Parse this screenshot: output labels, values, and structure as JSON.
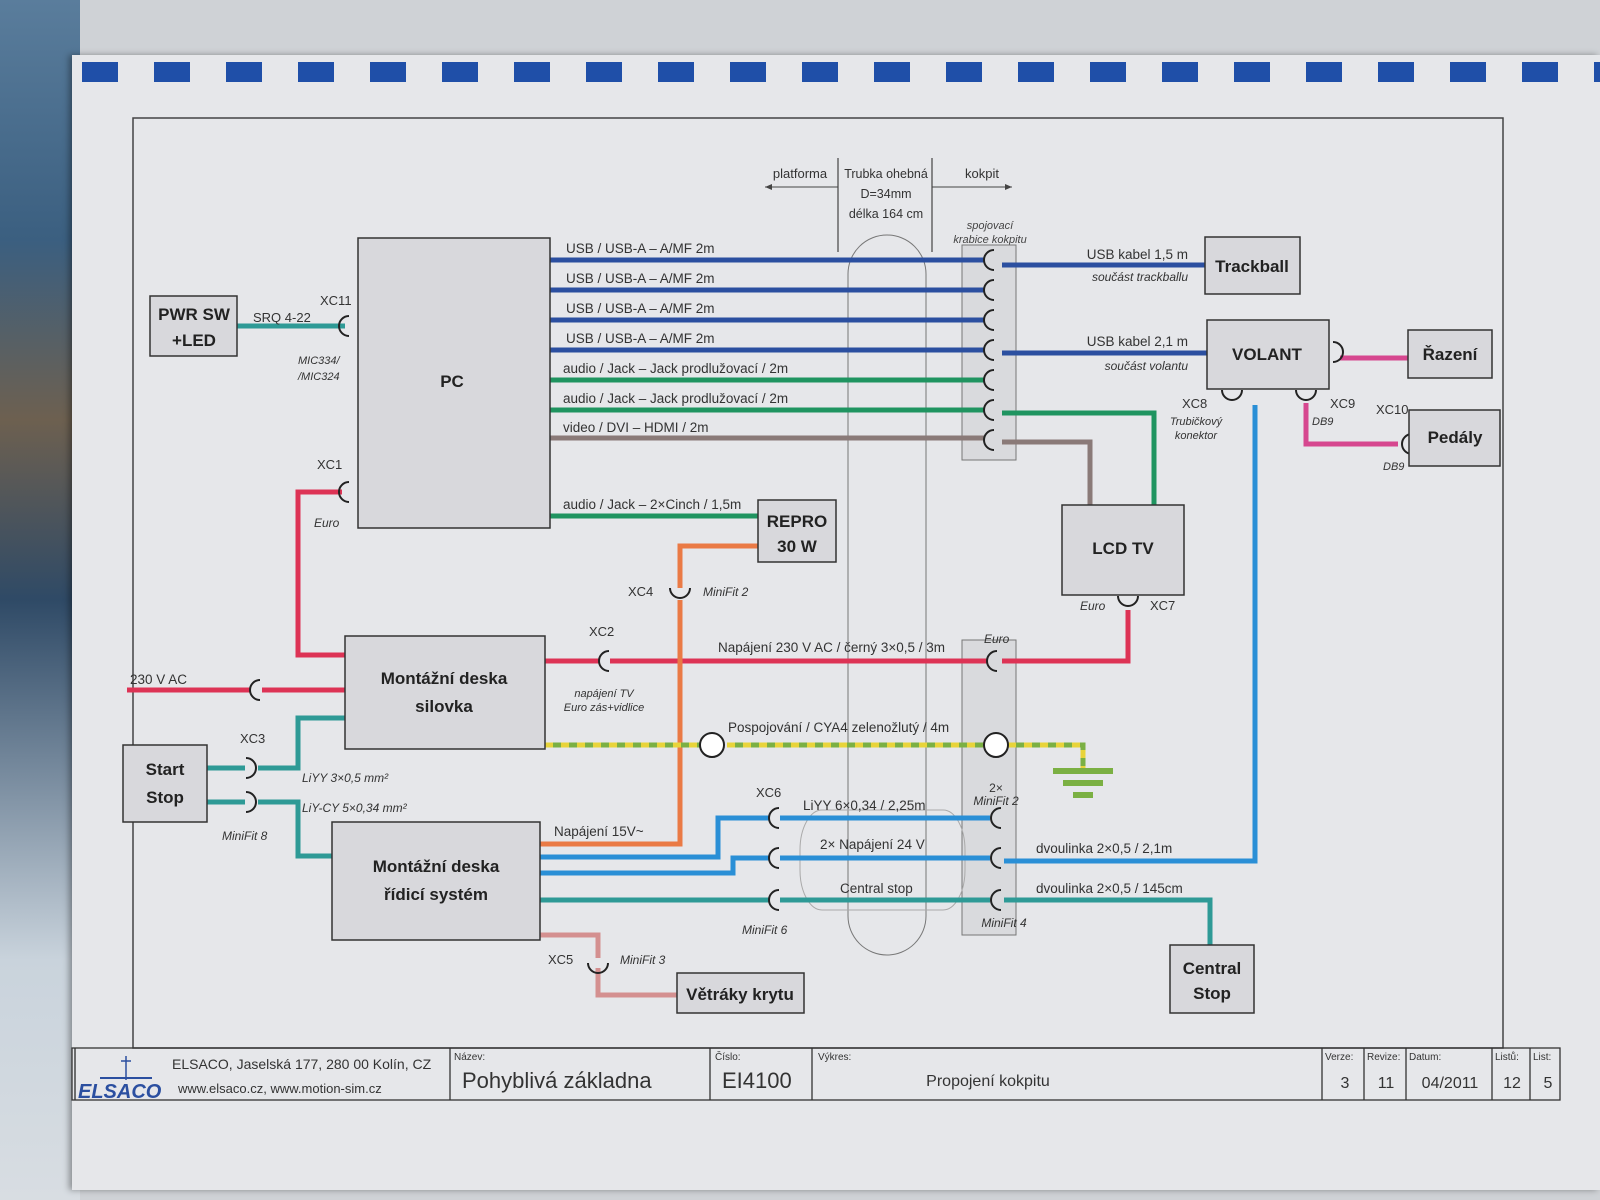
{
  "header": {
    "platform_label": "platforma",
    "tube_line1": "Trubka ohebná",
    "tube_line2": "D=34mm",
    "tube_line3": "délka 164 cm",
    "cockpit_label": "kokpit",
    "junction_box_line1": "spojovací",
    "junction_box_line2": "krabice kokpitu"
  },
  "components": {
    "pwr_sw_line1": "PWR SW",
    "pwr_sw_line2": "+LED",
    "pc": "PC",
    "repro_line1": "REPRO",
    "repro_line2": "30 W",
    "trackball": "Trackball",
    "volant": "VOLANT",
    "razeni": "Řazení",
    "pedaly": "Pedály",
    "lcd_tv": "LCD TV",
    "silovka_line1": "Montážní deska",
    "silovka_line2": "silovka",
    "start_stop_line1": "Start",
    "start_stop_line2": "Stop",
    "ridici_line1": "Montážní deska",
    "ridici_line2": "řídicí systém",
    "vetraky": "Větráky krytu",
    "central_stop_line1": "Central",
    "central_stop_line2": "Stop"
  },
  "connectors": {
    "xc1": "XC1",
    "xc1_type": "Euro",
    "xc2": "XC2",
    "xc2_note1": "napájení TV",
    "xc2_note2": "Euro zás+vidlice",
    "xc3": "XC3",
    "xc3_type": "MiniFit 8",
    "xc4": "XC4",
    "xc4_type": "MiniFit 2",
    "xc5": "XC5",
    "xc5_type": "MiniFit 3",
    "xc6": "XC6",
    "xc6_type": "MiniFit 6",
    "xc7": "XC7",
    "xc7_type": "Euro",
    "xc8": "XC8",
    "xc8_note1": "Trubičkový",
    "xc8_note2": "konektor",
    "xc9": "XC9",
    "xc9_type": "DB9",
    "xc10": "XC10",
    "xc10_type": "DB9",
    "xc11": "XC11",
    "xc11_type1": "MIC334/",
    "xc11_type2": "/MIC324",
    "box_euro": "Euro",
    "box_minifit2_1": "2×",
    "box_minifit2_2": "MiniFit 2",
    "box_minifit4": "MiniFit 4"
  },
  "cables": {
    "pwr": "SRQ 4-22",
    "usb1": "USB / USB-A – A/MF 2m",
    "usb2": "USB / USB-A – A/MF 2m",
    "usb3": "USB / USB-A – A/MF 2m",
    "usb4": "USB / USB-A – A/MF 2m",
    "audio1": "audio / Jack – Jack prodlužovací / 2m",
    "audio2": "audio / Jack – Jack prodlužovací / 2m",
    "video": "video / DVI – HDMI / 2m",
    "trackball_usb": "USB kabel 1,5 m",
    "trackball_note": "součást trackballu",
    "volant_usb": "USB kabel 2,1 m",
    "volant_note": "součást volantu",
    "repro_audio": "audio / Jack – 2×Cinch / 1,5m",
    "mains_in": "230 V AC",
    "tv_power": "Napájení 230 V AC / černý 3×0,5 / 3m",
    "ground": "Pospojování / CYA4 zelenožlutý / 4m",
    "startstop1": "LiYY 3×0,5 mm²",
    "startstop2": "LiY-CY 5×0,34 mm²",
    "power15": "Napájení 15V~",
    "liyy6": "LiYY 6×0,34 / 2,25m",
    "power24": "2× Napájení 24 V",
    "central_stop": "Central stop",
    "dvoulinka1": "dvoulinka 2×0,5 / 2,1m",
    "dvoulinka2": "dvoulinka 2×0,5 / 145cm"
  },
  "title_block": {
    "company": "ELSACO, Jaselská 177, 280 00 Kolín, CZ",
    "web": "www.elsaco.cz, www.motion-sim.cz",
    "logo": "ELSACO",
    "name_label": "Název:",
    "name_value": "Pohyblivá základna",
    "number_label": "Číslo:",
    "number_value": "EI4100",
    "drawing_label": "Výkres:",
    "drawing_value": "Propojení kokpitu",
    "version_label": "Verze:",
    "version_value": "3",
    "revision_label": "Revize:",
    "revision_value": "11",
    "date_label": "Datum:",
    "date_value": "04/2011",
    "sheets_label": "Listů:",
    "sheets_value": "12",
    "sheet_label": "List:",
    "sheet_value": "5"
  },
  "colors": {
    "usb": "#2b4fa0",
    "audio": "#1f9460",
    "video": "#8a7a78",
    "power": "#dd3355",
    "teal": "#2e9a96",
    "orange": "#ea7a45",
    "pink": "#d6478f",
    "lightblue": "#2a8fd6",
    "fan": "#d49090",
    "ground_a": "#7bb043",
    "ground_b": "#e8d43a"
  }
}
